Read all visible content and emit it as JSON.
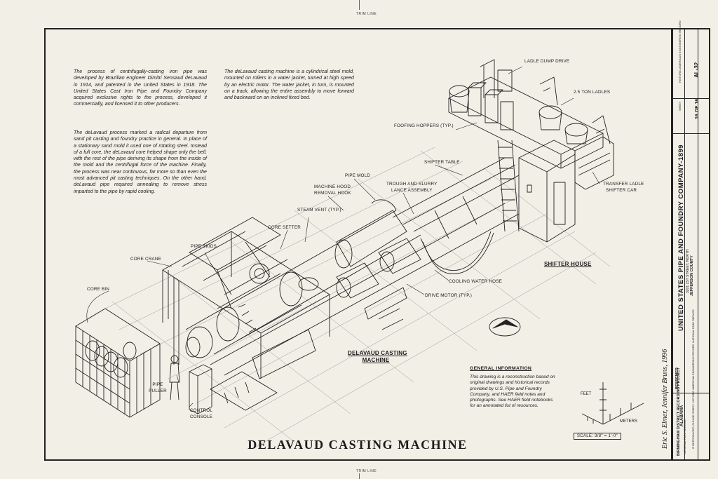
{
  "text_blocks": {
    "p1": "The process of centrifugally-casting iron pipe was developed by Brazilian engineer Dimitri Sensaud deLavaud in 1914, and patented in the United States in 1918. The United States Cast Iron Pipe and Foundry Company acquired exclusive rights to the process, developed it commercially, and licensed it to other producers.",
    "p2": "The deLavaud process marked a radical departure from sand pit casting and foundry practice in general. In place of a stationary sand mold it used one of rotating steel. Instead of a full core, the deLavaud core helped shape only the bell, with the rest of the pipe deriving its shape from the inside of the mold and the centrifugal force of the machine. Finally, the process was near continuous, far more so than even the most advanced pit casting techniques. On the other hand, deLavaud pipe required annealing to remove stress imparted to the pipe by rapid cooling.",
    "p3": "The deLavaud casting machine is a cylindrical steel mold, mounted on rollers in a water jacket, turned at high speed by an electric motor. The water jacket, in turn, is mounted on a track, allowing the entire assembly to move forward and backward on an inclined fixed bed."
  },
  "labels": {
    "ladle_dump_drive": "LADLE DUMP DRIVE",
    "ladles": "2.5 TON LADLES",
    "footing_hoppers": "FOOFING HOPPERS (typ.)",
    "shifter_table": "SHIFTER TABLE",
    "transfer_ladle_1": "TRANSFER LADLE",
    "transfer_ladle_2": "SHIFTER CAR",
    "pipe_mold": "PIPE MOLD",
    "trough_1": "TROUGH AND SLURRY",
    "trough_2": "LANCE ASSEMBLY",
    "hood_1": "MACHINE HOOD",
    "hood_2": "REMOVAL HOOK",
    "steam_vent": "STEAM VENT (typ.)",
    "core_setter": "CORE SETTER",
    "pipe_skids": "PIPE SKIDS",
    "core_crane": "CORE CRANE",
    "core_bin": "CORE BIN",
    "shifter_house": "SHIFTER HOUSE",
    "cooling_water_hose": "COOLING WATER HOSE",
    "drive_motor": "DRIVE MOTOR (typ.)",
    "delavaud_1": "DELAVAUD CASTING",
    "delavaud_2": "MACHINE",
    "pipe_puller_1": "PIPE",
    "pipe_puller_2": "PULLER",
    "control_1": "CONTROL",
    "control_2": "CONSOLE"
  },
  "general_info": {
    "heading": "GENERAL INFORMATION",
    "text": "This drawing is a reconstruction based on original drawings and historical records provided by U.S. Pipe and Foundry Company, and HAER field notes and photographs. See HAER field notebooks for an annotated list of resources."
  },
  "scale": {
    "text": "SCALE: 3/8\" = 1'-0\"",
    "feet": "FEET",
    "meters": "METERS"
  },
  "title": "DELAVAUD CASTING MACHINE",
  "signature": "Eric S. Elmer, Jennifer Bruns, 1996",
  "delineated_by": "DELINEATED BY:",
  "trim_line": "TRIM LINE",
  "title_block": {
    "company": "UNITED STATES PIPE AND FOUNDRY COMPANY-1899",
    "address": "3201 1ST STREET, NORTH",
    "county": "JEFFERSON COUNTY",
    "state": "ALABAMA",
    "city": "BESSEMER",
    "haer_no": "AL-32",
    "haer_caption": "HISTORIC AMERICAN ENGINEERING RECORD",
    "sheet_no": "16 OF 16",
    "sheet_caption": "SHEET",
    "project": "BIRMINGHAM DISTRICT RECORDING PROJECT",
    "project_sub": "NATIONAL PARK SERVICE",
    "fine_print": "IF REPRODUCED, PLEASE CREDIT: HISTORIC AMERICAN ENGINEERING RECORD, NATIONAL PARK SERVICE"
  },
  "colors": {
    "paper": "#f2efe7",
    "ink": "#1c1c1c"
  }
}
